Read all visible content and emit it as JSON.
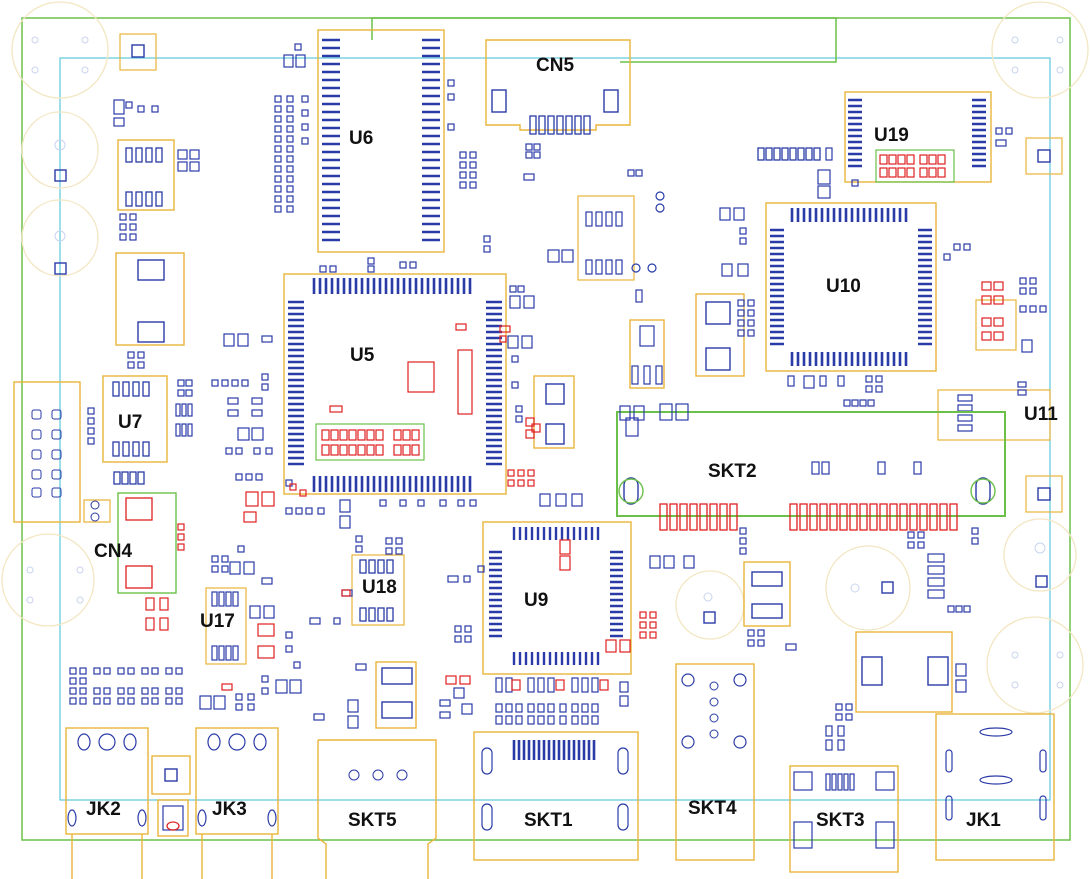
{
  "colors": {
    "outline": "#e8b53a",
    "pad": "#2a3ba8",
    "track": "#6cc04a",
    "edge": "#5ec8dc",
    "highlight": "#e02020",
    "label": "#111111",
    "hole": "#f3e6c2"
  },
  "components": [
    {
      "key": "U6",
      "label": "U6"
    },
    {
      "key": "CN5",
      "label": "CN5"
    },
    {
      "key": "U19",
      "label": "U19"
    },
    {
      "key": "U10",
      "label": "U10"
    },
    {
      "key": "U5",
      "label": "U5"
    },
    {
      "key": "U7",
      "label": "U7"
    },
    {
      "key": "U11",
      "label": "U11"
    },
    {
      "key": "SKT2",
      "label": "SKT2"
    },
    {
      "key": "CN4",
      "label": "CN4"
    },
    {
      "key": "U18",
      "label": "U18"
    },
    {
      "key": "U9",
      "label": "U9"
    },
    {
      "key": "U17",
      "label": "U17"
    },
    {
      "key": "JK2",
      "label": "JK2"
    },
    {
      "key": "JK3",
      "label": "JK3"
    },
    {
      "key": "SKT5",
      "label": "SKT5"
    },
    {
      "key": "SKT1",
      "label": "SKT1"
    },
    {
      "key": "SKT4",
      "label": "SKT4"
    },
    {
      "key": "SKT3",
      "label": "SKT3"
    },
    {
      "key": "JK1",
      "label": "JK1"
    }
  ]
}
